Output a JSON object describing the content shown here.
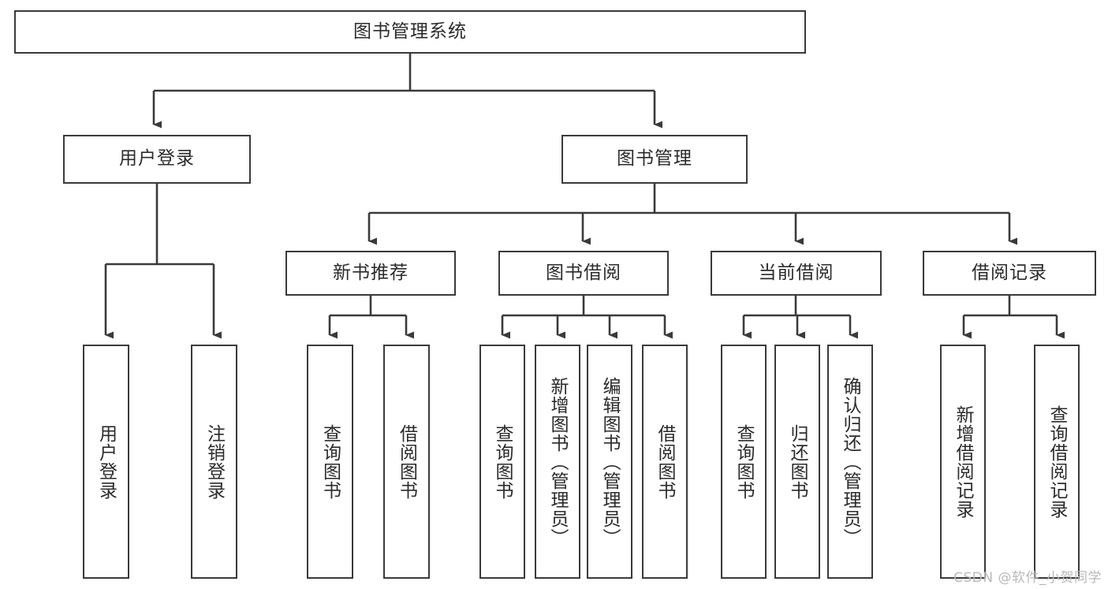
{
  "diagram": {
    "title": "图书管理系统",
    "stroke_color": "#3a3a3a",
    "text_color": "#2b2b2b",
    "background_color": "#ffffff",
    "watermark": "CSDN @软件_小贺同学"
  },
  "nodes": {
    "root": {
      "label": "图书管理系统"
    },
    "level2": [
      {
        "id": "user-login",
        "label": "用户登录"
      },
      {
        "id": "book-manage",
        "label": "图书管理"
      }
    ],
    "level3": [
      {
        "id": "new-book-recommend",
        "label": "新书推荐"
      },
      {
        "id": "book-borrow",
        "label": "图书借阅"
      },
      {
        "id": "current-borrow",
        "label": "当前借阅"
      },
      {
        "id": "borrow-record",
        "label": "借阅记录"
      }
    ],
    "leaves": {
      "user_login": [
        {
          "id": "leaf-user-login",
          "label": "用户登录"
        },
        {
          "id": "leaf-logout-login",
          "label": "注销登录"
        }
      ],
      "new_book_recommend": [
        {
          "id": "leaf-query-book-1",
          "label": "查询图书"
        },
        {
          "id": "leaf-borrow-book-1",
          "label": "借阅图书"
        }
      ],
      "book_borrow": [
        {
          "id": "leaf-query-book-2",
          "label": "查询图书"
        },
        {
          "id": "leaf-add-book",
          "label": "新增图书（管理员）"
        },
        {
          "id": "leaf-edit-book",
          "label": "编辑图书（管理员）"
        },
        {
          "id": "leaf-borrow-book-2",
          "label": "借阅图书"
        }
      ],
      "current_borrow": [
        {
          "id": "leaf-query-book-3",
          "label": "查询图书"
        },
        {
          "id": "leaf-return-book",
          "label": "归还图书"
        },
        {
          "id": "leaf-confirm-return",
          "label": "确认归还（管理员）"
        }
      ],
      "borrow_record": [
        {
          "id": "leaf-add-borrow-record",
          "label": "新增借阅记录"
        },
        {
          "id": "leaf-query-borrow-record",
          "label": "查询借阅记录"
        }
      ]
    }
  }
}
